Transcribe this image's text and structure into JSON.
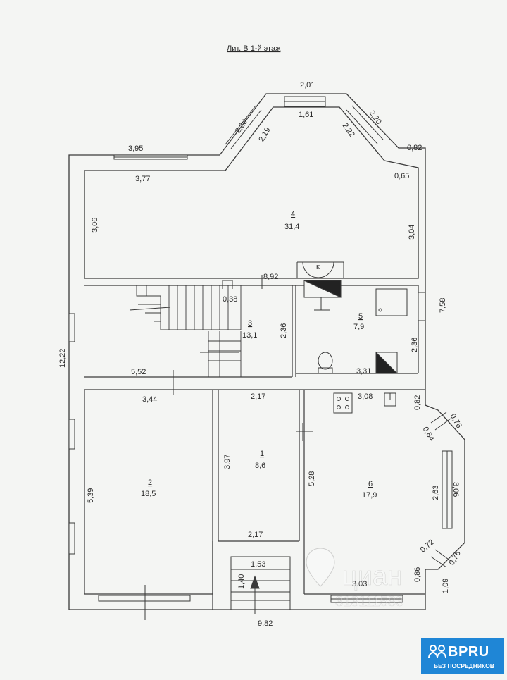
{
  "title": "Лит. В  1-й этаж",
  "rooms": [
    {
      "id": "room-4",
      "number": "4",
      "area": "31,4"
    },
    {
      "id": "room-3",
      "number": "3",
      "area": "13,1"
    },
    {
      "id": "room-5",
      "number": "5",
      "area": "7,9"
    },
    {
      "id": "room-2",
      "number": "2",
      "area": "18,5"
    },
    {
      "id": "room-1",
      "number": "1",
      "area": "8,6"
    },
    {
      "id": "room-6",
      "number": "6",
      "area": "17,9"
    }
  ],
  "dimensions": [
    "2,01",
    "1,61",
    "2,20",
    "2,19",
    "2,20",
    "2,22",
    "3,95",
    "3,77",
    "0,82",
    "0,65",
    "3,06",
    "3,04",
    "8,92",
    "0,38",
    "7,58",
    "2,36",
    "2,36",
    "3,31",
    "12,22",
    "5,52",
    "3,44",
    "2,17",
    "3,08",
    "0,82",
    "0,76",
    "0,84",
    "3,97",
    "5,28",
    "5,39",
    "2,63",
    "3,06",
    "2,17",
    "0,72",
    "0,76",
    "1,53",
    "1,40",
    "3.03",
    "0,86",
    "1,09",
    "9,82"
  ],
  "stove_label": "к",
  "watermark": {
    "brand": "циан",
    "id": "313111583"
  },
  "logo": {
    "brand": "BPRU",
    "subtitle": "БЕЗ ПОСРЕДНИКОВ"
  },
  "colors": {
    "paper": "#f4f5f3",
    "ink": "#3a3a3a",
    "logo": "#1f86d6"
  }
}
